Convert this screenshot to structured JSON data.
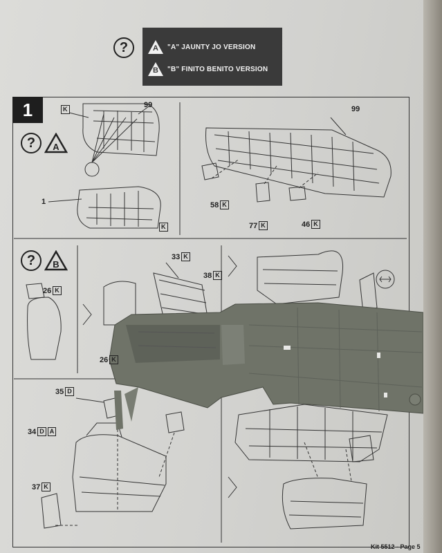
{
  "banner": {
    "version_a": {
      "letter": "A",
      "text": "\"A\" JAUNTY JO VERSION"
    },
    "version_b": {
      "letter": "B",
      "text": "\"B\" FINITO BENITO VERSION"
    }
  },
  "question_mark": "?",
  "step": {
    "number": "1"
  },
  "sections": {
    "a_letter": "A",
    "b_letter": "B"
  },
  "labels": [
    {
      "id": "k-top-left",
      "num": "",
      "box": "K"
    },
    {
      "id": "p99-left",
      "num": "99",
      "box": ""
    },
    {
      "id": "p1",
      "num": "1",
      "box": ""
    },
    {
      "id": "k-a-bottom",
      "num": "",
      "box": "K"
    },
    {
      "id": "p99-right",
      "num": "99",
      "box": ""
    },
    {
      "id": "p58",
      "num": "58",
      "box": "K"
    },
    {
      "id": "p77",
      "num": "77",
      "box": "K"
    },
    {
      "id": "p46",
      "num": "46",
      "box": "K"
    },
    {
      "id": "p33",
      "num": "33",
      "box": "K"
    },
    {
      "id": "p38",
      "num": "38",
      "box": "K"
    },
    {
      "id": "p26-top",
      "num": "26",
      "box": "K"
    },
    {
      "id": "p26-bottom",
      "num": "26",
      "box": "K"
    },
    {
      "id": "p35",
      "num": "35",
      "box": "D"
    },
    {
      "id": "p34",
      "num": "34",
      "box": "D",
      "box2": "A"
    },
    {
      "id": "p37",
      "num": "37",
      "box": "K"
    }
  ],
  "footer": "Kit 5512 - Page 5",
  "colors": {
    "paper": "#d6d6d3",
    "banner": "#3a3a3a",
    "plastic_part": "#6f7368",
    "ink": "#222222"
  }
}
